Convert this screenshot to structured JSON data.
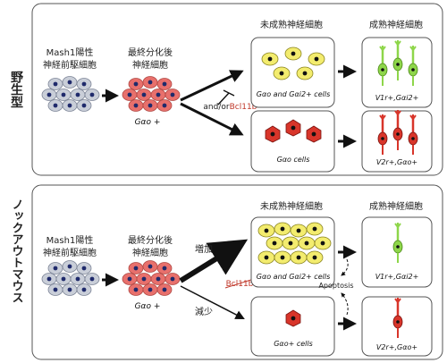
{
  "wild_type": {
    "side_label": "野生型",
    "progenitor": {
      "line1": "Mash1陽性",
      "line2": "神経前駆細胞"
    },
    "postmitotic": {
      "line1": "最終分化後",
      "line2": "神経細胞",
      "marker": "Gαo +"
    },
    "branch_label": "and/or",
    "bcl_label": "Bcl11b",
    "immature_header": "未成熟神経細胞",
    "mature_header": "成熟神経細胞",
    "immature_top_caption": "Gαo and Gαi2+ cells",
    "immature_bottom_caption": "Gαo cells",
    "mature_top_caption": "V1r+,Gαi2+",
    "mature_bottom_caption": "V2r+,Gαo+"
  },
  "knockout": {
    "side_label": "ノックアウトマウス",
    "progenitor": {
      "line1": "Mash1陽性",
      "line2": "神経前駆細胞"
    },
    "postmitotic": {
      "line1": "最終分化後",
      "line2": "神経細胞",
      "marker": "Gαo +"
    },
    "increase_label": "増加",
    "decrease_label": "減少",
    "bcl_label": "Bcl11b",
    "apoptosis_label": "Apoptosis",
    "immature_header": "未成熟神経細胞",
    "mature_header": "成熟神経細胞",
    "immature_top_caption": "Gαo and Gαi2+ cells",
    "immature_bottom_caption": "Gαo+ cells",
    "mature_top_caption": "V1r+,Gαi2+",
    "mature_bottom_caption": "V2r+,Gαo+"
  },
  "colors": {
    "progenitor_fill": "#c9ced8",
    "postmitotic_fill": "#e8706c",
    "yellow_cell": "#f3ec6e",
    "red_cell": "#d8352a",
    "green_neuron": "#8ed64a",
    "bcl_red": "#c0392b"
  }
}
